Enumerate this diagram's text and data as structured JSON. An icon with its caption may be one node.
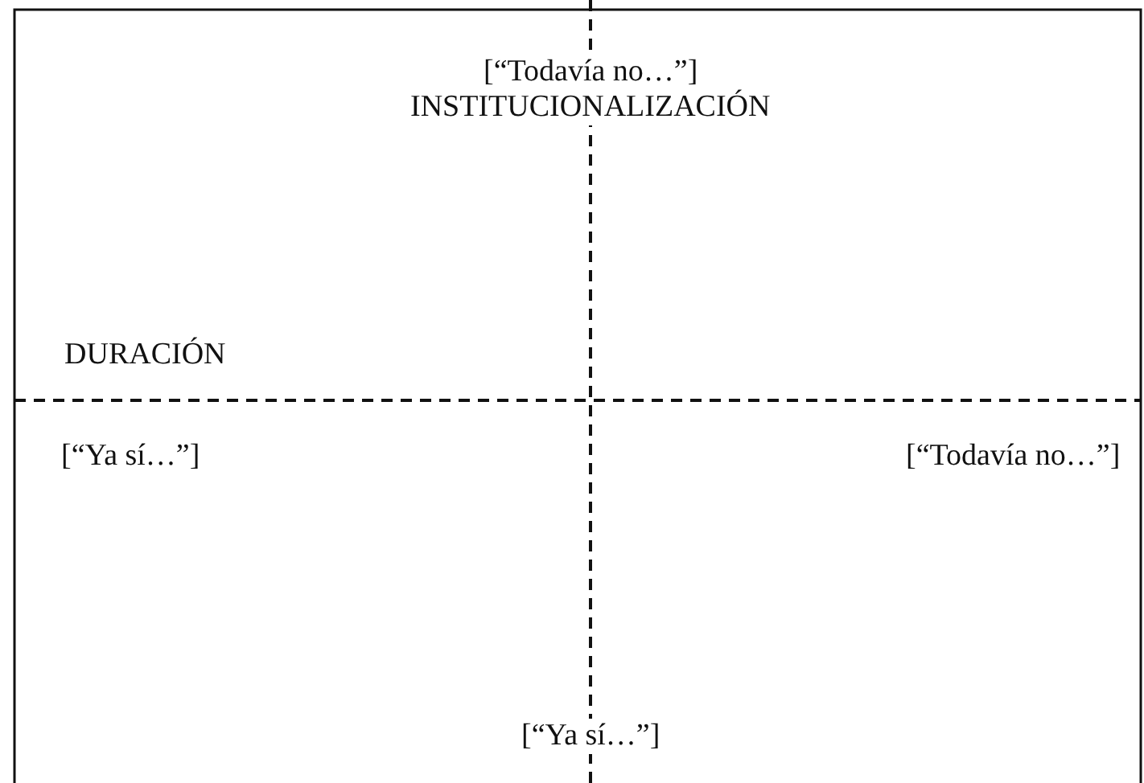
{
  "diagram": {
    "labels": [
      "[“Todavía no…”]",
      "INSTITUCIONALIZACIÓN",
      "DURACIÓN",
      "[“Ya sí…”]",
      "[“Todavía no…”]",
      "[“Ya sí…”]"
    ]
  }
}
